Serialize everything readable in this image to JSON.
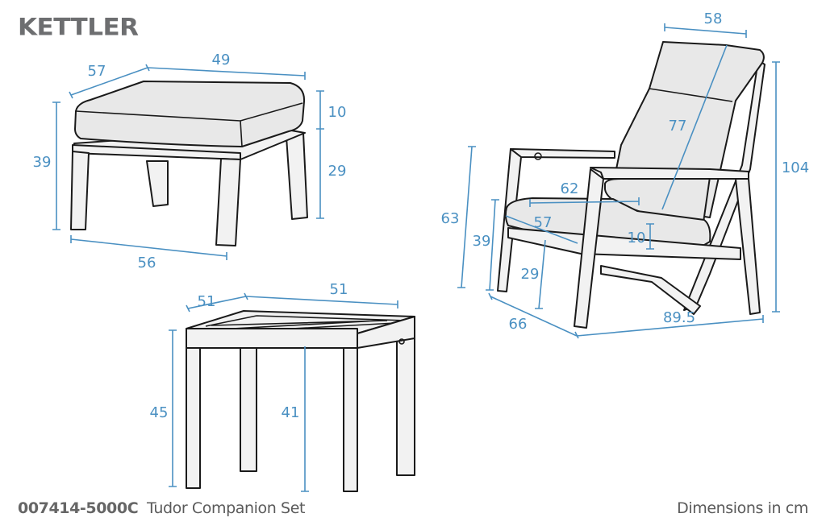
{
  "brand": "KETTLER",
  "footer": {
    "product_code": "007414-5000C",
    "product_name": "Tudor Companion Set",
    "units_note": "Dimensions in cm"
  },
  "colors": {
    "dimension": "#4a90c2",
    "cushion": "#e8e8e8",
    "frame": "#f2f2f2",
    "outline": "#1a1a1a"
  },
  "ottoman": {
    "depth": "57",
    "width": "49",
    "total_height": "39",
    "cushion_height": "10",
    "frame_height": "29",
    "base_width": "56"
  },
  "side_table": {
    "depth": "51",
    "width": "51",
    "height": "45",
    "inner_height": "41"
  },
  "chair": {
    "back_width": "58",
    "total_height": "104",
    "back_length": "77",
    "arm_height": "63",
    "seat_width": "62",
    "seat_depth": "57",
    "seat_height": "39",
    "cushion_height": "10",
    "frame_seat_height": "29",
    "depth": "66",
    "reclined_depth": "89.5"
  }
}
